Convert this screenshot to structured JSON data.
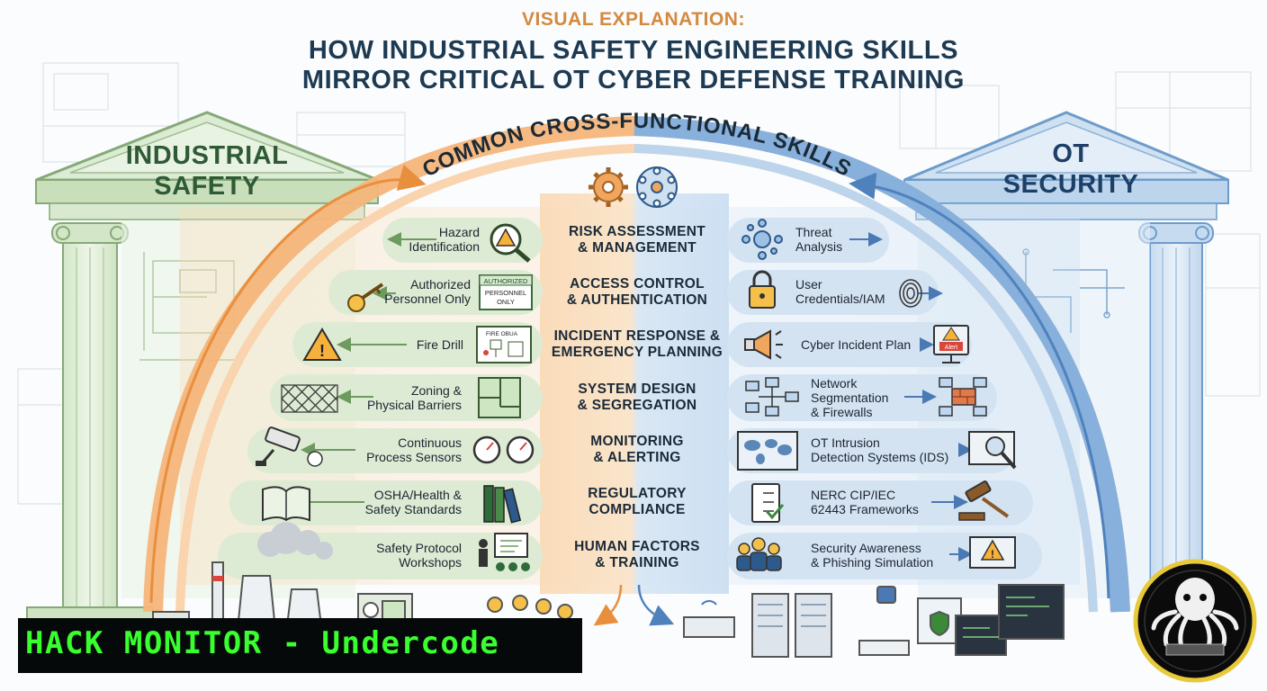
{
  "header": {
    "kicker": "VISUAL EXPLANATION:",
    "line1": "HOW INDUSTRIAL SAFETY ENGINEERING SKILLS",
    "line2": "MIRROR CRITICAL OT CYBER DEFENSE TRAINING"
  },
  "arch_label": "COMMON CROSS-FUNCTIONAL SKILLS",
  "left_pillar": {
    "line1": "INDUSTRIAL",
    "line2": "SAFETY"
  },
  "right_pillar": {
    "line1": "OT",
    "line2": "SECURITY"
  },
  "rows": [
    {
      "left": [
        "Hazard",
        "Identification"
      ],
      "center": [
        "RISK ASSESSMENT",
        "& MANAGEMENT"
      ],
      "right": [
        "Threat",
        "Analysis"
      ]
    },
    {
      "left": [
        "Authorized",
        "Personnel Only"
      ],
      "center": [
        "ACCESS CONTROL",
        "& AUTHENTICATION"
      ],
      "right": [
        "User",
        "Credentials/IAM"
      ]
    },
    {
      "left": [
        "Fire Drill"
      ],
      "center": [
        "INCIDENT RESPONSE &",
        "EMERGENCY PLANNING"
      ],
      "right": [
        "Cyber Incident Plan"
      ]
    },
    {
      "left": [
        "Zoning &",
        "Physical Barriers"
      ],
      "center": [
        "SYSTEM DESIGN",
        "& SEGREGATION"
      ],
      "right": [
        "Network",
        "Segmentation",
        "& Firewalls"
      ]
    },
    {
      "left": [
        "Continuous",
        "Process Sensors"
      ],
      "center": [
        "MONITORING",
        "& ALERTING"
      ],
      "right": [
        "OT Intrusion",
        "Detection Systems (IDS)"
      ]
    },
    {
      "left": [
        "OSHA/Health &",
        "Safety Standards"
      ],
      "center": [
        "REGULATORY",
        "COMPLIANCE"
      ],
      "right": [
        "NERC CIP/IEC",
        "62443 Frameworks"
      ]
    },
    {
      "left": [
        "Safety Protocol",
        "Workshops"
      ],
      "center": [
        "HUMAN FACTORS",
        "& TRAINING"
      ],
      "right": [
        "Security Awareness",
        "& Phishing Simulation"
      ]
    }
  ],
  "sign_text": {
    "line1": "AUTHORIZED",
    "line2": "PERSONNEL",
    "line3": "ONLY"
  },
  "fire_panel_text": "FIRE OBUA",
  "alert_text": "Alert",
  "banner": "HACK MONITOR - Undercode",
  "colors": {
    "safety_green": "#2e5a35",
    "security_blue": "#1d3f66",
    "arc_orange": "#f0a35c",
    "arc_blue": "#5c8fca",
    "banner_green": "#39ff2e"
  }
}
